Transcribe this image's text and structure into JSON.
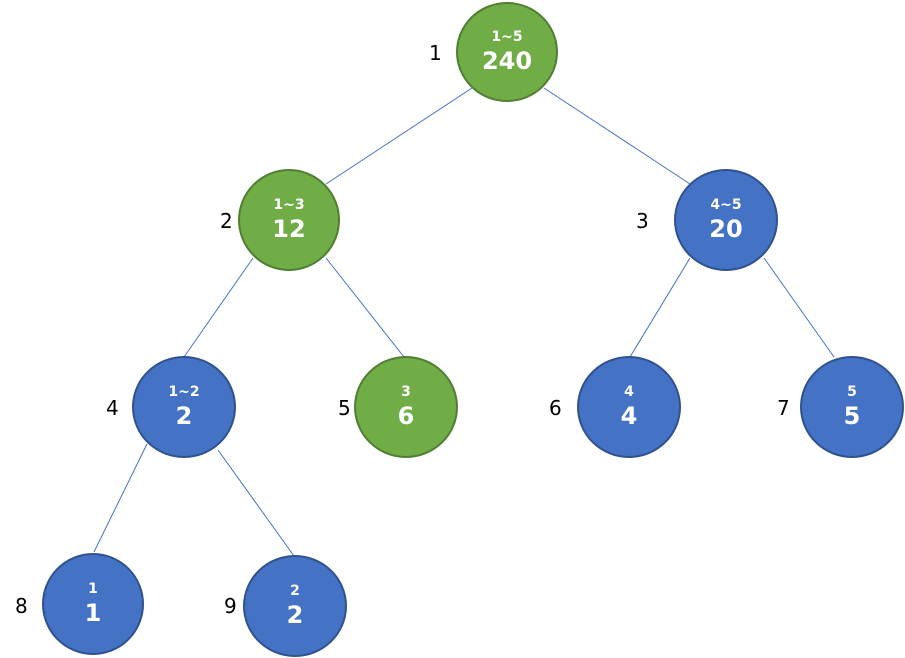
{
  "colors": {
    "green": "#70ad47",
    "blue": "#4472c4",
    "edge": "#4472c4"
  },
  "nodes": [
    {
      "index": "1",
      "range": "1~5",
      "value": "240",
      "color": "green"
    },
    {
      "index": "2",
      "range": "1~3",
      "value": "12",
      "color": "green"
    },
    {
      "index": "3",
      "range": "4~5",
      "value": "20",
      "color": "blue"
    },
    {
      "index": "4",
      "range": "1~2",
      "value": "2",
      "color": "blue"
    },
    {
      "index": "5",
      "range": "3",
      "value": "6",
      "color": "green"
    },
    {
      "index": "6",
      "range": "4",
      "value": "4",
      "color": "blue"
    },
    {
      "index": "7",
      "range": "5",
      "value": "5",
      "color": "blue"
    },
    {
      "index": "8",
      "range": "1",
      "value": "1",
      "color": "blue"
    },
    {
      "index": "9",
      "range": "2",
      "value": "2",
      "color": "blue"
    }
  ],
  "edges": [
    {
      "from": "1",
      "to": "2"
    },
    {
      "from": "1",
      "to": "3"
    },
    {
      "from": "2",
      "to": "4"
    },
    {
      "from": "2",
      "to": "5"
    },
    {
      "from": "3",
      "to": "6"
    },
    {
      "from": "3",
      "to": "7"
    },
    {
      "from": "4",
      "to": "8"
    },
    {
      "from": "4",
      "to": "9"
    }
  ]
}
